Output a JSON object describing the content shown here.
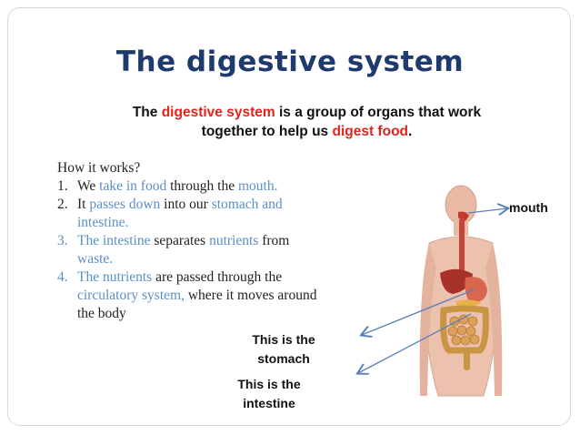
{
  "slide": {
    "title": "The digestive system",
    "intro": {
      "p1": "The ",
      "p2": "digestive system",
      "p3": " is a group of organs that work",
      "p4": "together to help us ",
      "p5": "digest food",
      "p6": "."
    },
    "how": {
      "heading": "How it works?",
      "s1": {
        "num": "1.",
        "a": "We  ",
        "b": "take in food",
        "c": " through the ",
        "d": "mouth."
      },
      "s2": {
        "num": "2.",
        "a": "It ",
        "b": "passes down",
        "c": " into our ",
        "d": "stomach and",
        "e": "intestine."
      },
      "s3": {
        "num": "3.",
        "a": "The intestine",
        "b": " separates ",
        "c": "nutrients",
        "d": " from",
        "e": "waste."
      },
      "s4": {
        "num": "4.",
        "a": "The nutrients",
        "b": " are passed through the",
        "c": "circulatory system,",
        "d": " where it moves around",
        "e": "the body"
      }
    },
    "labels": {
      "mouth": "mouth",
      "stomach_1": "This is the",
      "stomach_2": "stomach",
      "intestine_1": "This is the",
      "intestine_2": "intestine"
    },
    "colors": {
      "title": "#1f3a6e",
      "highlight_red": "#e0231b",
      "highlight_blue": "#5b8fc7"
    }
  }
}
